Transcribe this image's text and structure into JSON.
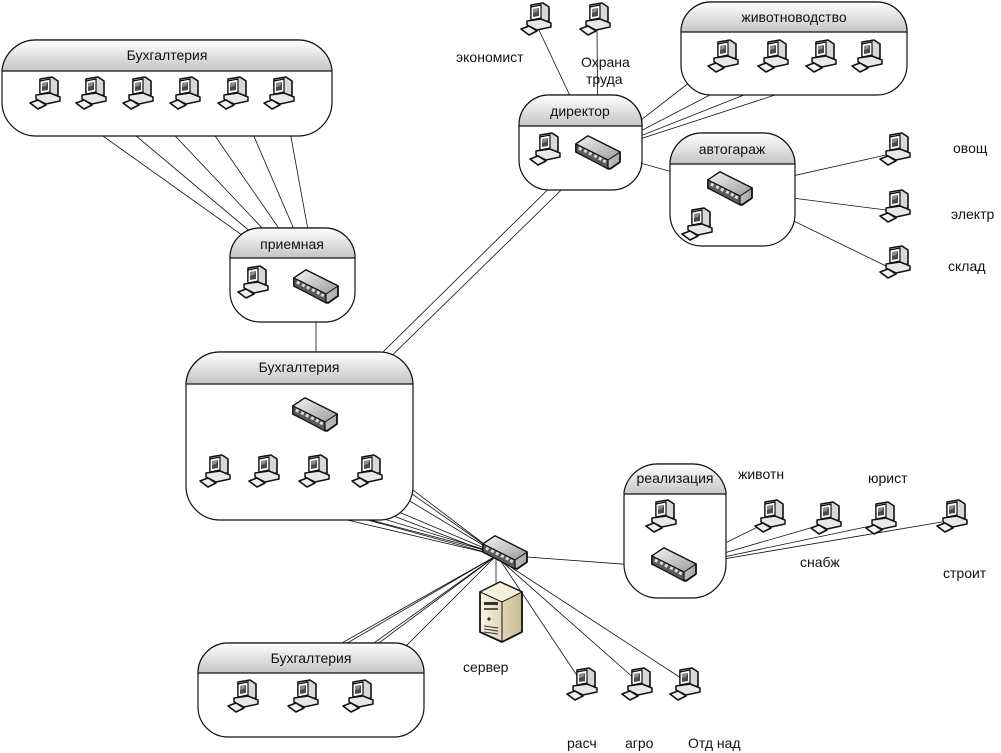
{
  "diagram": {
    "type": "network-topology",
    "groups": [
      {
        "id": "buh1",
        "title": "Бухгалтерия",
        "computers": 6
      },
      {
        "id": "priemnaya",
        "title": "приемная",
        "computers": 1,
        "switch": true
      },
      {
        "id": "direktor",
        "title": "директор",
        "computers": 1,
        "switch": true
      },
      {
        "id": "zhivotnovodstvo",
        "title": "животноводство",
        "computers": 4
      },
      {
        "id": "avtogarazh",
        "title": "автогараж",
        "computers": 1,
        "switch": true
      },
      {
        "id": "buh2",
        "title": "Бухгалтерия",
        "computers": 4,
        "switch": true
      },
      {
        "id": "realizaciya",
        "title": "реализация",
        "computers": 1,
        "switch": true
      },
      {
        "id": "buh3",
        "title": "Бухгалтерия",
        "computers": 3
      }
    ],
    "labels": {
      "ekonomist": "экономист",
      "ohrana": "Охрана\nтруда",
      "ohrana_line1": "Охрана",
      "ohrana_line2": "труда",
      "ovoshch": "овощ",
      "elektr": "электр",
      "sklad": "склад",
      "zhivotn": "животн",
      "yurist": "юрист",
      "snabzh": "снабж",
      "stroit": "строит",
      "server": "сервер",
      "rasch": "расч",
      "agro": "агро",
      "otd_nad": "Отд над"
    },
    "core": {
      "switch": "central-switch",
      "server": "сервер"
    },
    "colors": {
      "line": "#111111",
      "header_top": "#ffffff",
      "header_bottom": "#c8c8c8",
      "server": "#e8dcc0"
    }
  }
}
